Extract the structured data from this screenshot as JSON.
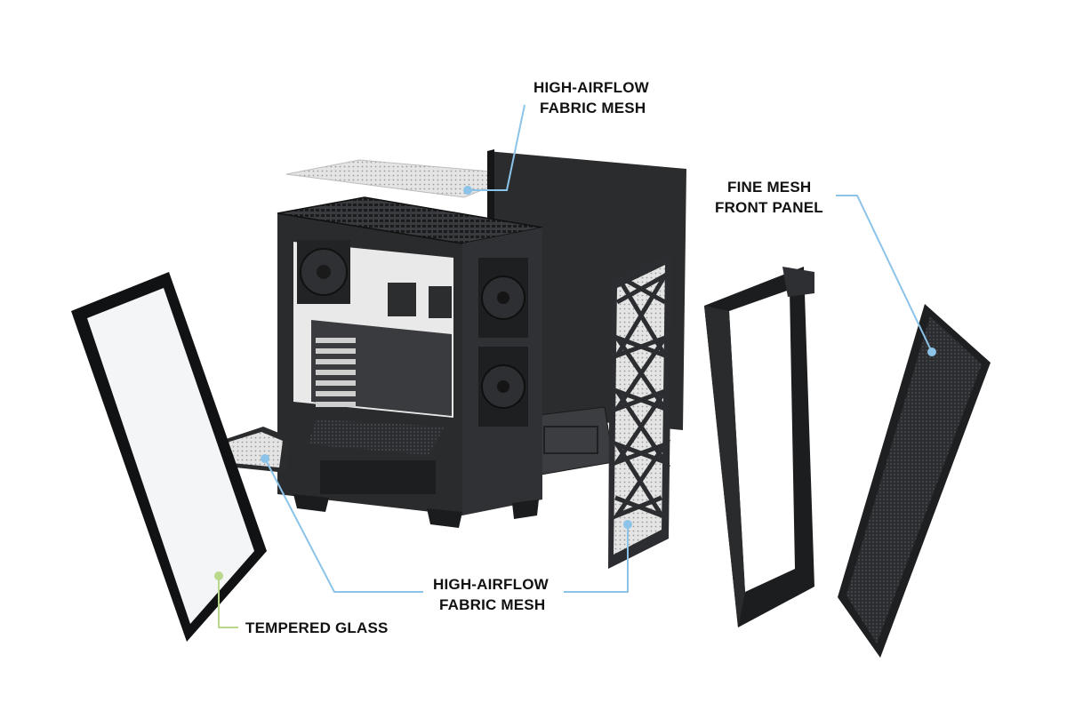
{
  "labels": {
    "top_mesh": [
      "HIGH-AIRFLOW",
      "FABRIC MESH"
    ],
    "front_panel": [
      "FINE MESH",
      "FRONT PANEL"
    ],
    "bottom_mesh": [
      "HIGH-AIRFLOW",
      "FABRIC MESH"
    ],
    "glass": [
      "TEMPERED GLASS"
    ]
  },
  "colors": {
    "leader_blue": "#8cc3e8",
    "leader_green": "#b8d98a",
    "case_dark": "#2a2b2d",
    "case_mid": "#3b3c3f",
    "case_light": "#5a5c60",
    "mesh_fill": "#d9d9d9",
    "glass_fill": "#f2f3f4",
    "text": "#111111",
    "background": "#ffffff"
  }
}
